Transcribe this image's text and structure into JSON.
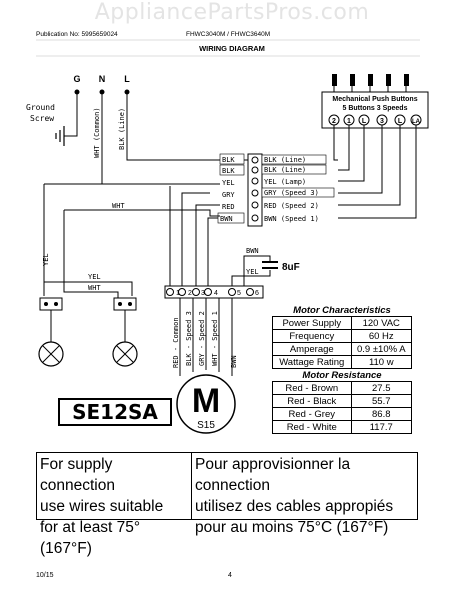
{
  "watermark": "AppliancePartsPros.com",
  "header": {
    "publication": "Publication No: 5995659024",
    "models": "FHWC3040M / FHWC3640M",
    "title": "WIRING DIAGRAM"
  },
  "power": {
    "terminals": [
      "G",
      "N",
      "L"
    ],
    "ground_label_1": "Ground",
    "ground_label_2": "Screw",
    "wht_common": "WHT (Common)",
    "blk_line": "BLK (Line)"
  },
  "push_buttons": {
    "title_1": "Mechanical Push Buttons",
    "title_2": "5 Buttons 3 Speeds",
    "buttons": [
      "2",
      "1",
      "L",
      "3",
      "L",
      "LA"
    ]
  },
  "button_wires": [
    {
      "left": "BLK",
      "right": "BLK (Line)"
    },
    {
      "left": "BLK",
      "right": "BLK (Line)"
    },
    {
      "left": "YEL",
      "right": "YEL (Lamp)"
    },
    {
      "left": "GRY",
      "right": "GRY (Speed 3)"
    },
    {
      "left": "RED",
      "right": "RED (Speed 2)"
    },
    {
      "left": "BWN",
      "right": "BWN (Speed 1)"
    }
  ],
  "wires": {
    "wht": "WHT",
    "yel": "YEL",
    "yel_lamp": "YEL",
    "wht_lamp": "WHT",
    "bwn_cap": "BWN",
    "yel_cap": "YEL",
    "capacitor": "8uF"
  },
  "terminal_block": {
    "numbers": [
      "1",
      "2",
      "3",
      "4",
      "5",
      "6"
    ],
    "motor_wires": [
      "RED - Common",
      "BLK - Speed 3",
      "GRY - Speed 2",
      "WHT - Speed 1",
      "BWN"
    ]
  },
  "motor": {
    "letter": "M",
    "model": "S15"
  },
  "motor_characteristics": {
    "title": "Motor Characteristics",
    "rows": [
      {
        "label": "Power Supply",
        "value": "120 VAC"
      },
      {
        "label": "Frequency",
        "value": "60 Hz"
      },
      {
        "label": "Amperage",
        "value": "0.9 ±10% A"
      },
      {
        "label": "Wattage Rating",
        "value": "110 w"
      }
    ]
  },
  "motor_resistance": {
    "title": "Motor Resistance",
    "rows": [
      {
        "label": "Red - Brown",
        "value": "27.5"
      },
      {
        "label": "Red - Black",
        "value": "55.7"
      },
      {
        "label": "Red - Grey",
        "value": "86.8"
      },
      {
        "label": "Red - White",
        "value": "117.7"
      }
    ]
  },
  "model_badge": "SE12SA",
  "supply_note": {
    "en": [
      "For supply connection",
      "use wires suitable",
      "for at least 75° (167°F)"
    ],
    "fr": [
      "Pour approvisionner la connection",
      "utilisez des cables appropiés",
      "pour au moins 75°C (167°F)"
    ]
  },
  "footer": {
    "date": "10/15",
    "page": "4"
  }
}
